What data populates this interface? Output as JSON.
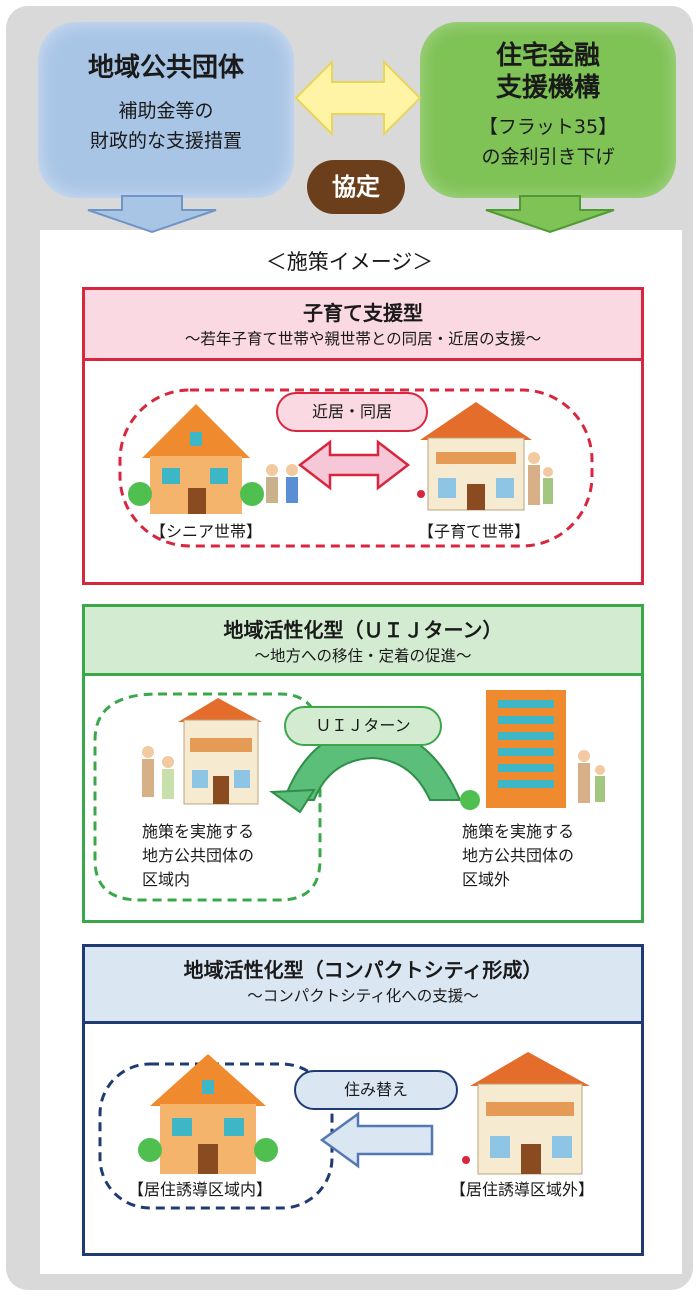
{
  "top": {
    "left_title": "地域公共団体",
    "left_sub_line1": "補助金等の",
    "left_sub_line2": "財政的な支援措置",
    "right_title_line1": "住宅金融",
    "right_title_line2": "支援機構",
    "right_sub_line1": "【フラット35】",
    "right_sub_line2": "の金利引き下げ",
    "center_badge": "協定"
  },
  "caption": "＜施策イメージ＞",
  "sections": [
    {
      "title": "子育て支援型",
      "subtitle": "～若年子育て世帯や親世帯との同居・近居の支援～",
      "pill": "近居・同居",
      "label_left": "【シニア世帯】",
      "label_right": "【子育て世帯】",
      "accent": "#d7263d",
      "head_bg": "#fbd9e3"
    },
    {
      "title": "地域活性化型（ＵＩＪターン）",
      "subtitle": "～地方への移住・定着の促進～",
      "pill": "ＵＩＪターン",
      "label_left_lines": [
        "施策を実施する",
        "地方公共団体の",
        "区域内"
      ],
      "label_right_lines": [
        "施策を実施する",
        "地方公共団体の",
        "区域外"
      ],
      "accent": "#3aa84a",
      "head_bg": "#d3ecd1"
    },
    {
      "title": "地域活性化型（コンパクトシティ形成）",
      "subtitle": "～コンパクトシティ化への支援～",
      "pill": "住み替え",
      "label_left": "【居住誘導区域内】",
      "label_right": "【居住誘導区域外】",
      "accent": "#1f3b73",
      "head_bg": "#dbe6f3"
    }
  ],
  "colors": {
    "blue_blob": "#a9c5e6",
    "green_blob": "#7fc256",
    "badge_brown": "#6b3f1c",
    "yellow_arrow": "#fff3a6"
  }
}
